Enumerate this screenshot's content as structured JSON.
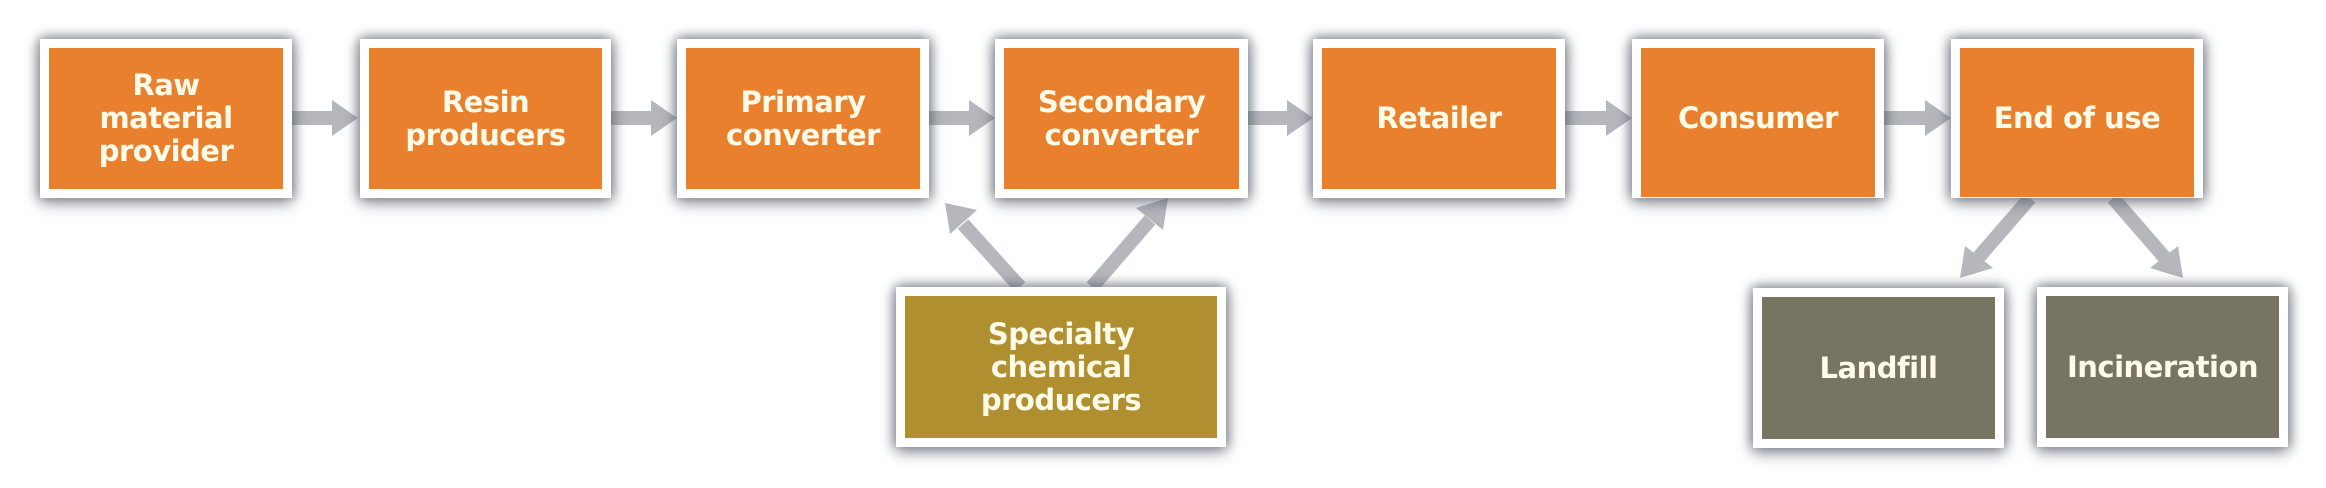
{
  "diagram": {
    "colors": {
      "stage": "#e8802e",
      "supplier": "#b08f31",
      "disposal": "#777562",
      "arrow": "#b5b7bc"
    },
    "main_chain": [
      {
        "id": "raw",
        "label": "Raw\nmaterial\nprovider"
      },
      {
        "id": "resin",
        "label": "Resin\nproducers"
      },
      {
        "id": "primary",
        "label": "Primary\nconverter"
      },
      {
        "id": "secondary",
        "label": "Secondary\nconverter"
      },
      {
        "id": "retailer",
        "label": "Retailer"
      },
      {
        "id": "consumer",
        "label": "Consumer"
      },
      {
        "id": "end",
        "label": "End of use"
      }
    ],
    "supplier": {
      "id": "specialty",
      "label": "Specialty\nchemical\nproducers"
    },
    "disposal": [
      {
        "id": "landfill",
        "label": "Landfill"
      },
      {
        "id": "incineration",
        "label": "Incineration"
      }
    ],
    "edges": [
      [
        "raw",
        "resin"
      ],
      [
        "resin",
        "primary"
      ],
      [
        "primary",
        "secondary"
      ],
      [
        "secondary",
        "retailer"
      ],
      [
        "retailer",
        "consumer"
      ],
      [
        "consumer",
        "end"
      ],
      [
        "specialty",
        "primary"
      ],
      [
        "specialty",
        "secondary"
      ],
      [
        "end",
        "landfill"
      ],
      [
        "end",
        "incineration"
      ]
    ]
  }
}
